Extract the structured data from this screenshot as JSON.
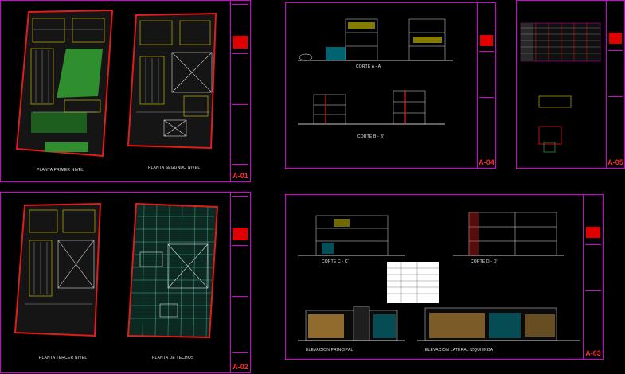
{
  "sheets": {
    "s1": {
      "code": "A-01",
      "captions": {
        "first": "PLANTA PRIMER NIVEL",
        "second": "PLANTA SEGUNDO NIVEL"
      }
    },
    "s2": {
      "code": "A-04",
      "captions": {
        "aa": "CORTE A - A'",
        "bb": "CORTE B - B'"
      }
    },
    "s3": {
      "code": "A-05"
    },
    "s4": {
      "code": "A-02",
      "captions": {
        "third": "PLANTA TERCER NIVEL",
        "roof": "PLANTA DE TECHOS"
      }
    },
    "s5": {
      "code": "A-03",
      "captions": {
        "cc": "CORTE C - C'",
        "dd": "CORTE D - D'",
        "front": "ELEVACION PRINCIPAL",
        "side": "ELEVACION LATERAL IZQUIERDA"
      }
    }
  },
  "colors": {
    "border": "#d400d4",
    "accent": "#e00000",
    "wall": "#e21b1b",
    "green": "#2f8f2f",
    "grid": "#56c9a6",
    "yellow": "#e0d000",
    "cyan": "#00c8e0"
  }
}
